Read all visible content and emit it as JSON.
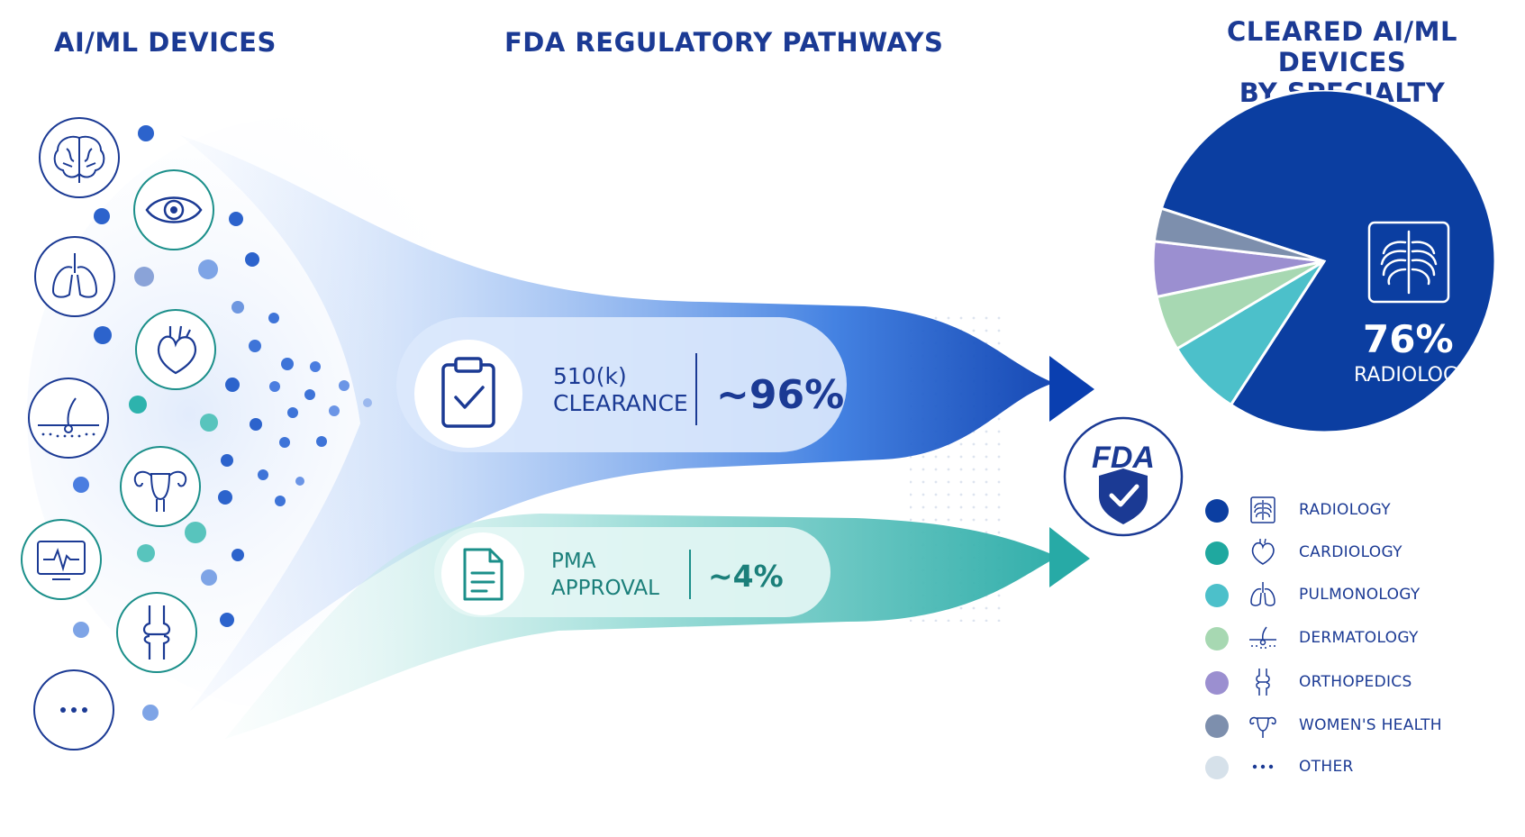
{
  "titles": {
    "devices": "AI/ML DEVICES",
    "pathways": "FDA REGULATORY PATHWAYS",
    "pie_line1": "CLEARED AI/ML DEVICES",
    "pie_line2": "BY SPECIALTY"
  },
  "device_icons": [
    "brain-icon",
    "eye-icon",
    "lungs-icon",
    "heart-icon",
    "skin-icon",
    "uterus-icon",
    "ecg-monitor-icon",
    "knee-joint-icon",
    "more-icon"
  ],
  "pathways": [
    {
      "label_line1": "510(k)",
      "label_line2": "CLEARANCE",
      "value": "~96%",
      "icon": "clipboard-check-icon",
      "color": "#2f6fd6"
    },
    {
      "label_line1": "PMA",
      "label_line2": "APPROVAL",
      "value": "~4%",
      "icon": "document-icon",
      "color": "#2db3ad"
    }
  ],
  "fda_badge": {
    "text": "FDA",
    "icon": "shield-check-icon"
  },
  "chart_data": {
    "type": "pie",
    "title": "CLEARED AI/ML DEVICES BY SPECIALTY",
    "categories": [
      "RADIOLOGY",
      "CARDIOLOGY",
      "PULMONOLOGY",
      "DERMATOLOGY",
      "ORTHOPEDICS",
      "WOMEN'S HEALTH",
      "OTHER"
    ],
    "values": [
      76,
      0,
      7,
      5,
      5,
      3,
      0
    ],
    "colors": [
      "#0b3ea1",
      "#1fa89f",
      "#4cc0ca",
      "#a7d8b2",
      "#9b8fd0",
      "#7d8fad",
      "#d6e1ea"
    ],
    "center_value": "76%",
    "center_label": "RADIOLOGY",
    "legend_placement": "bottom",
    "legend_icons": [
      "ribcage-icon",
      "heart-icon",
      "lungs-icon",
      "skin-icon",
      "knee-joint-icon",
      "uterus-icon",
      "more-icon"
    ]
  }
}
